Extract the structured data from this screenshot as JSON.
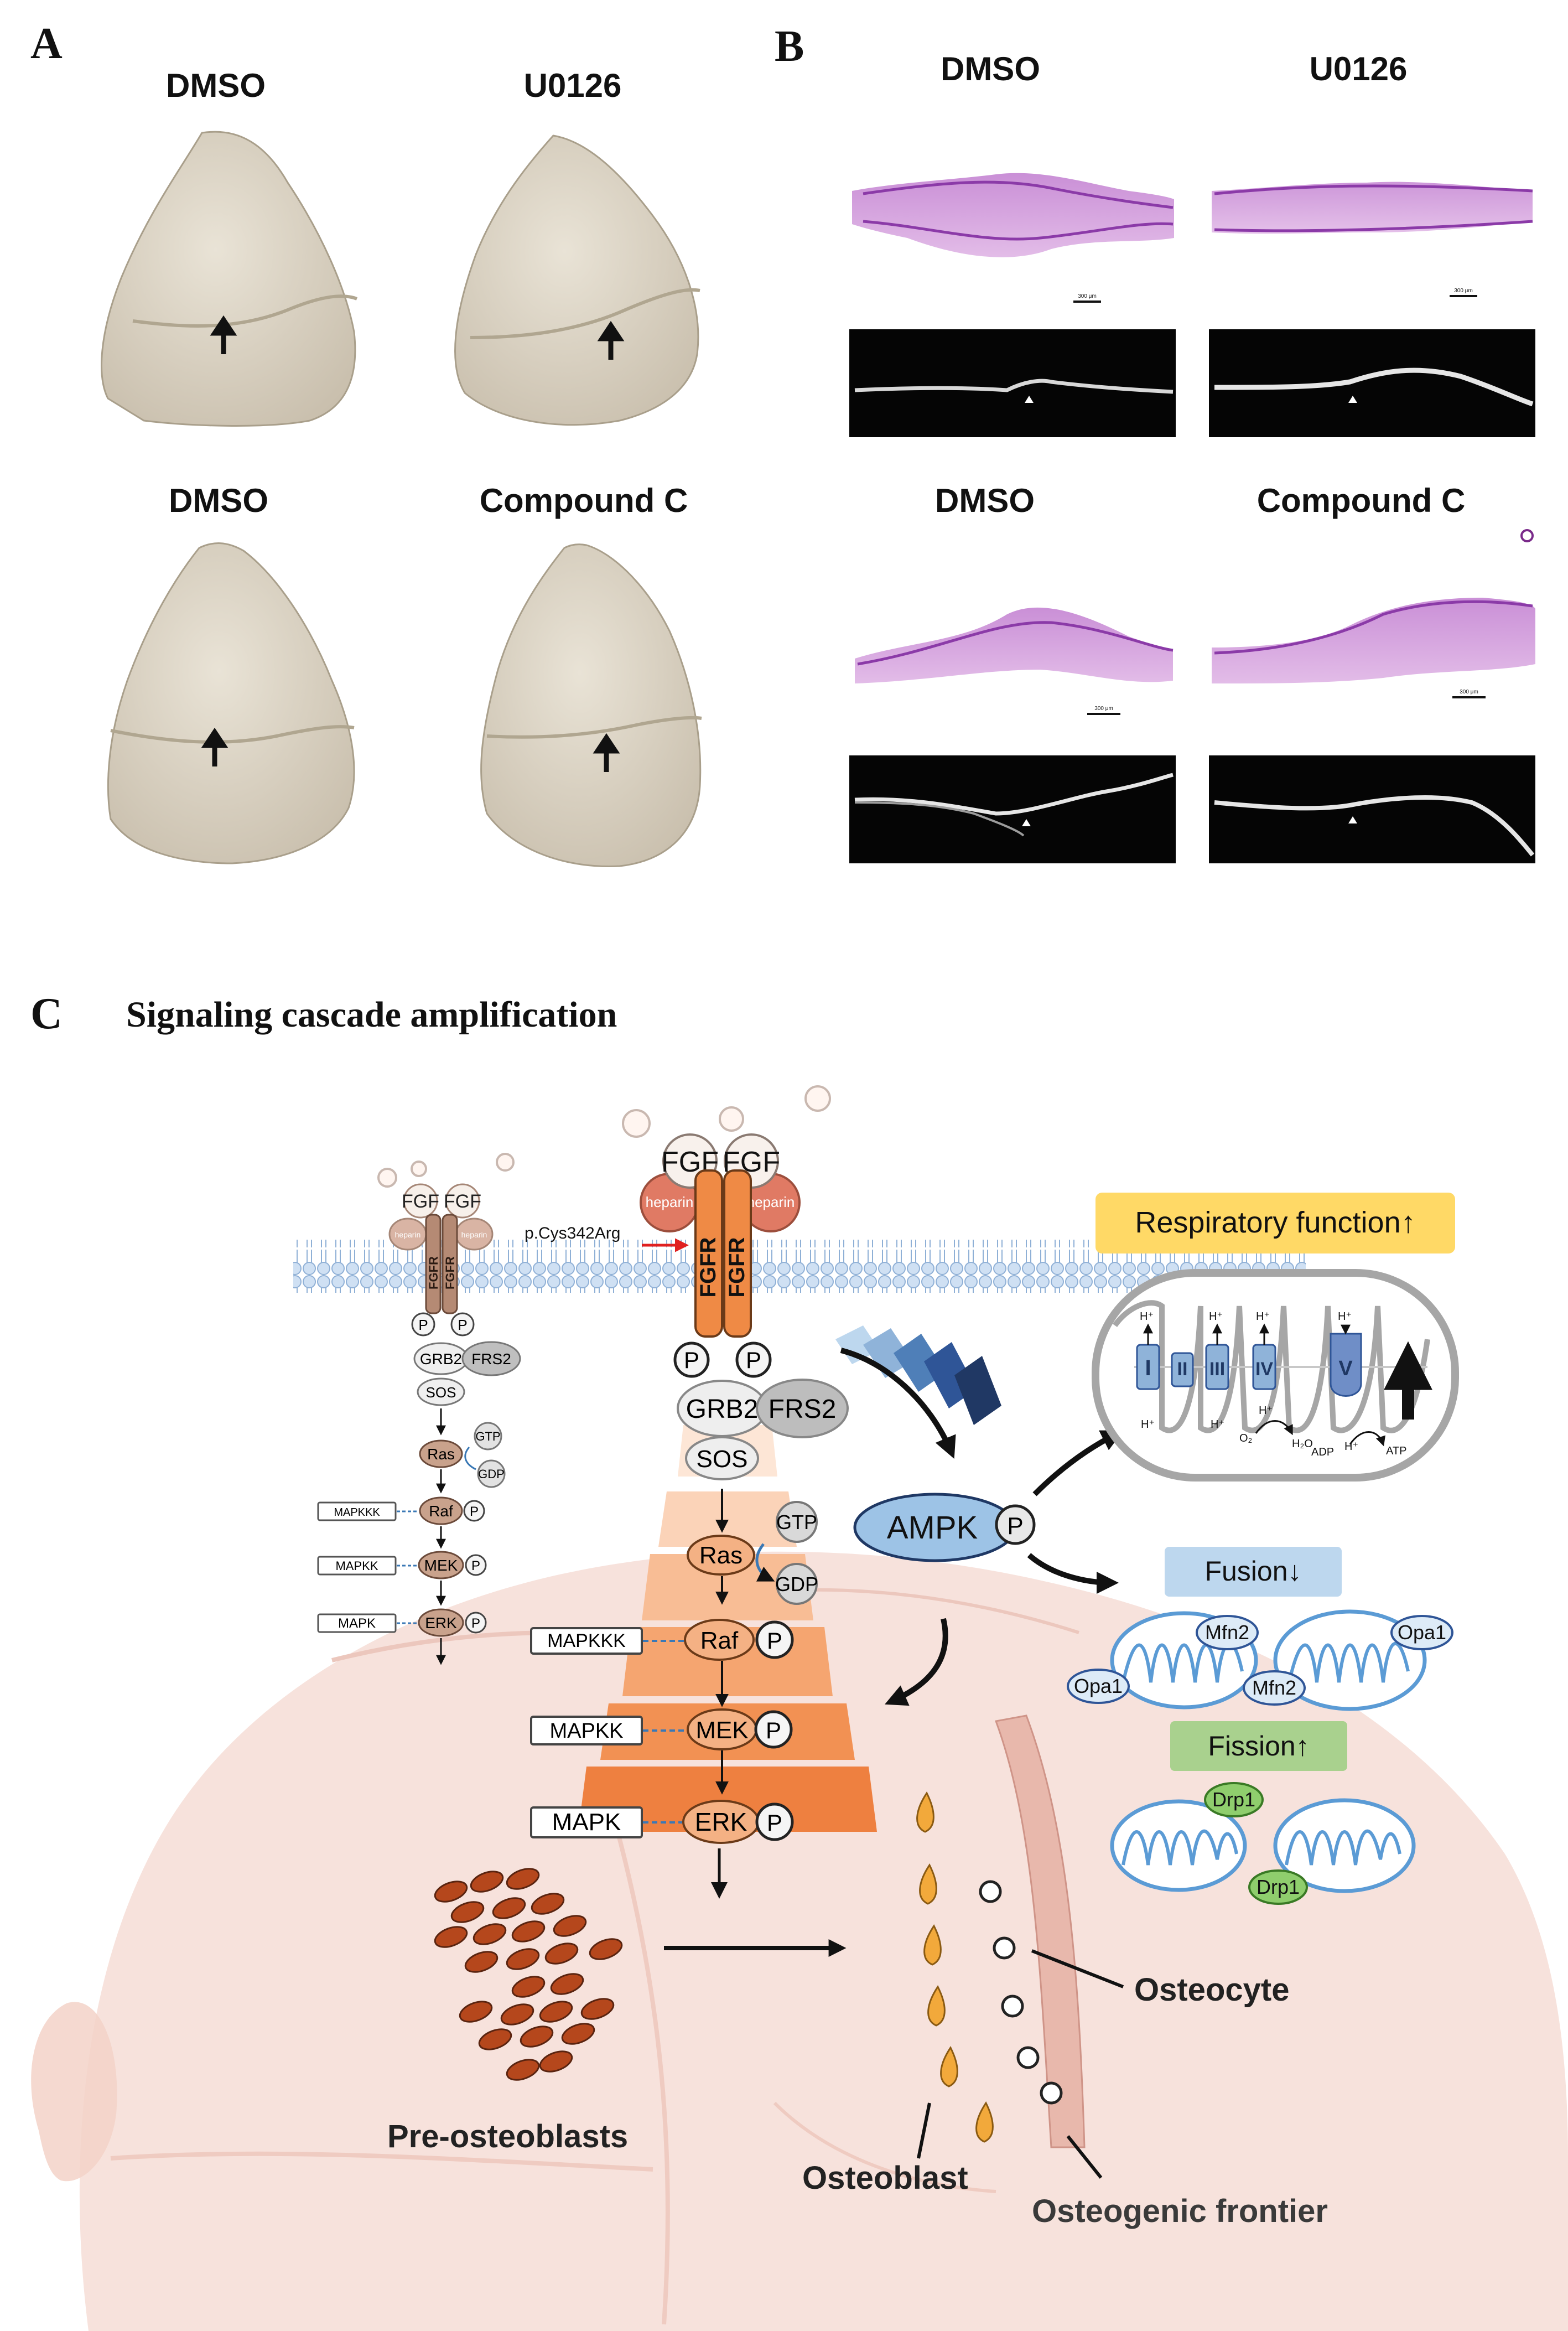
{
  "panel_a": {
    "letter": "A",
    "titles": [
      "DMSO",
      "U0126",
      "DMSO",
      "Compound C"
    ]
  },
  "panel_b": {
    "letter": "B",
    "titles": [
      "DMSO",
      "U0126",
      "DMSO",
      "Compound C"
    ],
    "scale_bars": [
      "300 μm",
      "300 μm",
      "300 μm",
      "300 μm"
    ]
  },
  "panel_c": {
    "letter": "C",
    "title": "Signaling cascade amplification",
    "fgf": "FGF",
    "heparin": "heparin",
    "fgfr": "FGFR",
    "mutation": "p.Cys342Arg",
    "p": "P",
    "grb2": "GRB2",
    "frs2": "FRS2",
    "sos": "SOS",
    "gtp": "GTP",
    "gdp": "GDP",
    "ras": "Ras",
    "raf": "Raf",
    "mek": "MEK",
    "erk": "ERK",
    "mapkkk": "MAPKKK",
    "mapkk": "MAPKK",
    "mapk": "MAPK",
    "ampk": "AMPK",
    "respiratory": "Respiratory function↑",
    "complexes": [
      "I",
      "II",
      "III",
      "IV",
      "V"
    ],
    "hplus": "H⁺",
    "o2": "O₂",
    "h2o": "H₂O",
    "adp": "ADP",
    "atp": "ATP",
    "fusion": "Fusion↓",
    "fission": "Fission↑",
    "mfn2": "Mfn2",
    "opa1": "Opa1",
    "drp1": "Drp1",
    "pre_osteoblasts": "Pre-osteoblasts",
    "osteoblast": "Osteoblast",
    "osteocyte": "Osteocyte",
    "frontier": "Osteogenic frontier"
  },
  "colors": {
    "skull": "#f7e2dc",
    "orange_receptor": "#ef8a45",
    "heparin": "#e07a64",
    "ampk_blue": "#9dc3e6",
    "yellow_label": "#ffd966",
    "blue_label": "#bdd7ee",
    "green_label": "#a9d18e",
    "mito_blue": "#5b9bd5",
    "drp1_green": "#8fce6d",
    "pre_osteoblast": "#b5471c",
    "osteoblast": "#f2a93b"
  }
}
